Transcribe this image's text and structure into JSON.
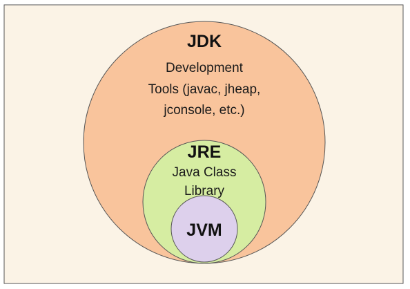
{
  "colors": {
    "page_background": "#fbf3e6",
    "frame_stroke": "#555555",
    "jdk_fill": "#f9c49c",
    "jre_fill": "#d6eda2",
    "jvm_fill": "#ddd0ec",
    "circle_stroke": "#555555"
  },
  "jdk": {
    "title": "JDK",
    "lines": [
      "Development",
      "Tools (javac, jheap,",
      "jconsole, etc.)"
    ]
  },
  "jre": {
    "title": "JRE",
    "lines": [
      "Java Class",
      "Library"
    ]
  },
  "jvm": {
    "title": "JVM"
  }
}
